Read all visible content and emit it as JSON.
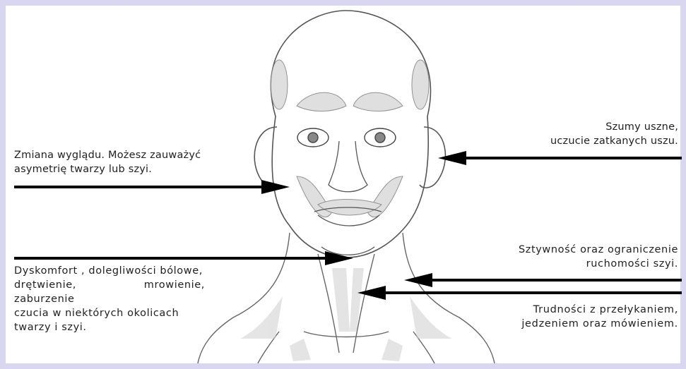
{
  "labels": {
    "appearance": [
      "Zmiana wyglądu. Możesz zauważyć",
      "asymetrię twarzy lub szyi."
    ],
    "ears": [
      "Szumy uszne,",
      "uczucie zatkanych uszu."
    ],
    "pain": [
      "Dyskomfort , dolegliwości bólowe,",
      "drętwienie, mrowienie, zaburzenie",
      "czucia w niektórych okolicach",
      "twarzy i szyi."
    ],
    "stiffness": [
      "Sztywność oraz ograniczenie",
      "ruchomości szyi."
    ],
    "swallowing": [
      "Trudności z przełykaniem,",
      "jedzeniem oraz mówieniem."
    ]
  },
  "colors": {
    "frame": "#d9d6f2",
    "arrow": "#000000",
    "sketch": "#555555"
  },
  "illustration": {
    "subject": "head-and-neck-muscle-anatomy-sketch"
  }
}
